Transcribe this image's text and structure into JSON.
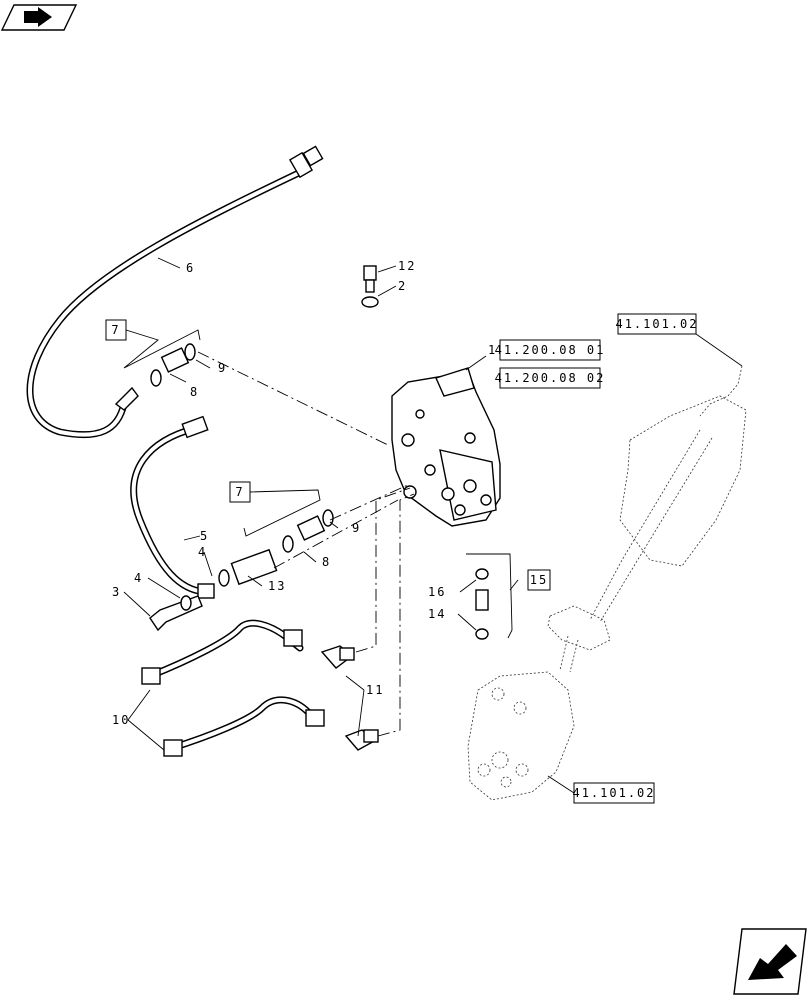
{
  "parts": {
    "p1": "1",
    "p2": "2",
    "p3": "3",
    "p4a": "4",
    "p4b": "4",
    "p5": "5",
    "p6": "6",
    "p8a": "8",
    "p8b": "8",
    "p9a": "9",
    "p9b": "9",
    "p10": "10",
    "p11": "11",
    "p12": "12",
    "p13": "13",
    "p14": "14",
    "p16": "16"
  },
  "kits": {
    "k7a": "7",
    "k7b": "7",
    "k15": "15"
  },
  "refs": {
    "valve_ref_1": "41.200.08 01",
    "valve_ref_2": "41.200.08 02",
    "column_ref": "41.101.02",
    "orbitrol_ref": "41.101.02"
  },
  "icons": {
    "top_left": "back-arrow-icon",
    "bottom_right": "next-page-arrow-icon"
  }
}
